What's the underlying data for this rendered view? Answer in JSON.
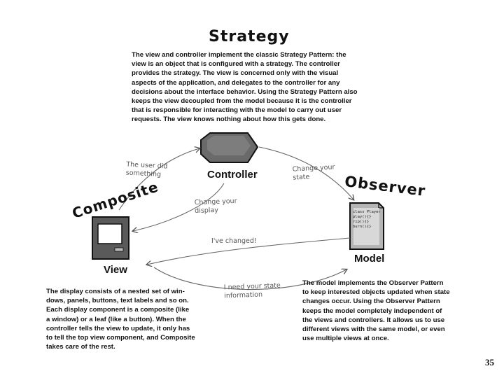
{
  "headings": {
    "strategy": "Strategy",
    "observer": "Observer",
    "composite": "Composite"
  },
  "components": {
    "controller": "Controller",
    "view": "View",
    "model": "Model"
  },
  "paragraphs": {
    "strategy": "The view and controller implement the classic Strategy Pattern: the\nview is an object that is configured with a strategy.  The controller\nprovides the strategy.  The view is concerned only with the visual\naspects of the application, and delegates to the controller for any\ndecisions about the interface behavior. Using the Strategy Pattern also\nkeeps the view decoupled from the model because it is the controller\nthat is responsible for interacting with the model to carry out user\nrequests.  The view knows nothing about how this gets done.",
    "composite": "The display consists of a nested set of win-\ndows, panels, buttons, text labels and so on.\nEach display component is a composite (like\na window) or a leaf (like a button).  When the\ncontroller tells the view to update, it only has\nto tell the top view component, and Composite\ntakes care of the rest.",
    "observer": "The model implements the Observer Pattern\nto keep interested objects updated when state\nchanges occur. Using the Observer Pattern\nkeeps the model completely independent of\nthe views and controllers.  It allows us to use\ndifferent views with the same model, or even\nuse multiple views at once."
  },
  "arrow_notes": {
    "user_did_something": "The user did\nsomething",
    "change_your_state": "Change your\nstate",
    "change_your_display": "Change your\ndisplay",
    "ive_changed": "I've changed!",
    "need_state_info": "I need your state\ninformation"
  },
  "model_code": "class Player\n  play(){}\n  rip(){}\n  burn(){}",
  "page_number": "35"
}
